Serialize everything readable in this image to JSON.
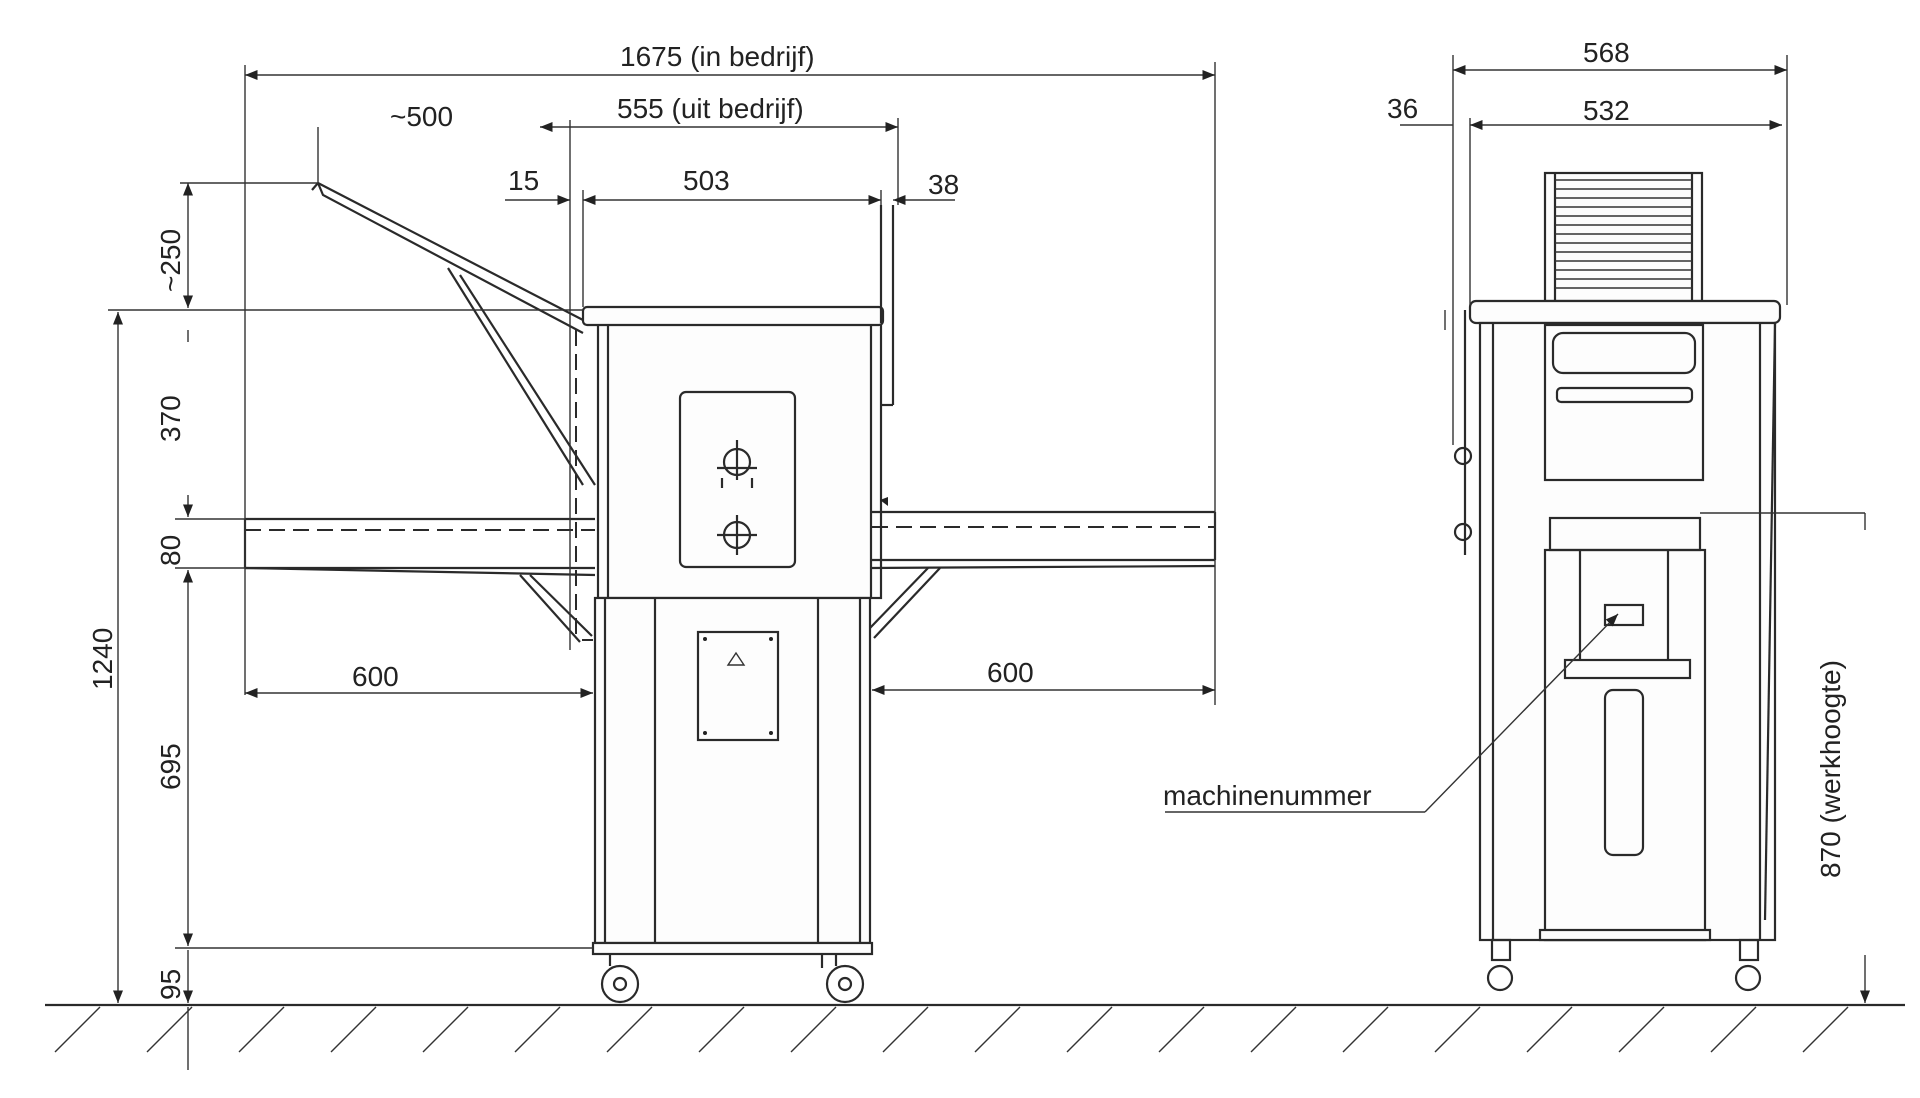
{
  "dimensions": {
    "in_bedrijf": "1675 (in bedrijf)",
    "uit_bedrijf": "555 (uit bedrijf)",
    "approx_500": "~500",
    "d15": "15",
    "d503": "503",
    "d38": "38",
    "approx_250": "~250",
    "d370": "370",
    "d80": "80",
    "d1240": "1240",
    "d695": "695",
    "d95": "95",
    "left_600": "600",
    "right_600": "600",
    "d568": "568",
    "d36": "36",
    "d532": "532",
    "werkhoogte": "870 (werkhoogte)"
  },
  "labels": {
    "machinenummer": "machinenummer"
  }
}
